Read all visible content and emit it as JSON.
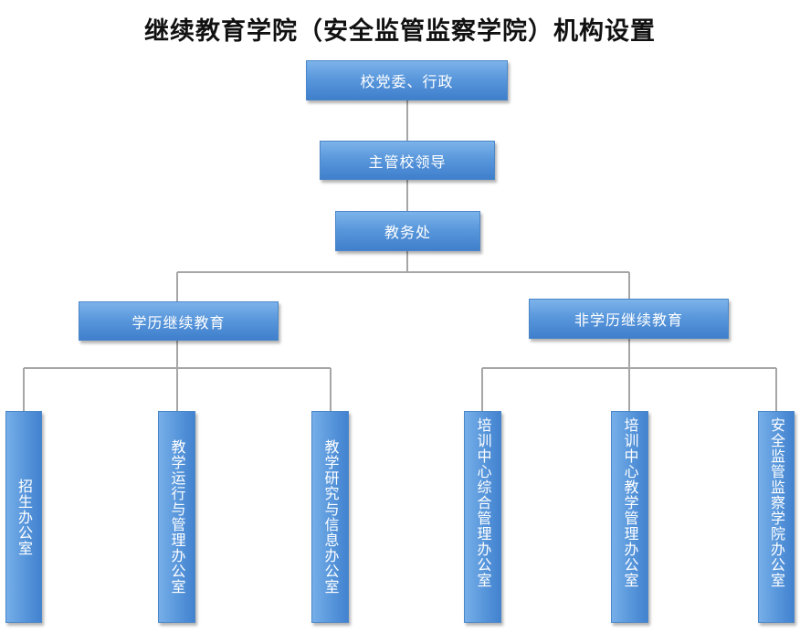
{
  "title": "继续教育学院（安全监管监察学院）机构设置",
  "colors": {
    "box_top": "#7db3ea",
    "box_bottom": "#3f7fcc",
    "connector": "#a6a6a6",
    "text": "#ffffff"
  },
  "nodes": {
    "party_admin": "校党委、行政",
    "leader": "主管校领导",
    "academic_affairs": "教务处",
    "degree_edu": "学历继续教育",
    "nondegree_edu": "非学历继续教育",
    "admissions": "招生办公室",
    "teaching_ops": "教学运行与管理办公室",
    "teaching_research": "教学研究与信息办公室",
    "training_general": "培训中心综合管理办公室",
    "training_teaching": "培训中心教学管理办公室",
    "safety_college": "安全监管监察学院办公室"
  }
}
